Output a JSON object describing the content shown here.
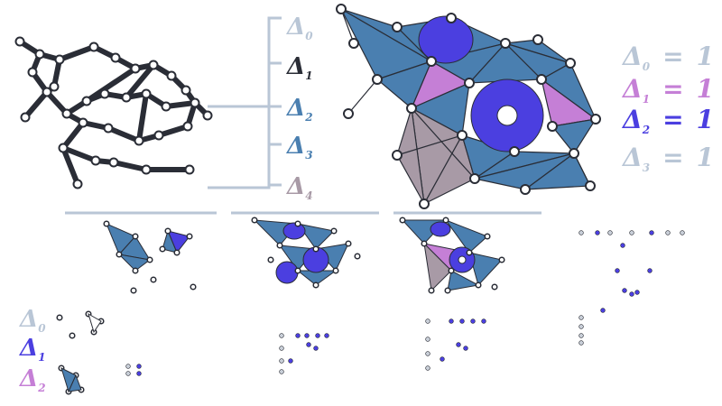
{
  "colors": {
    "dark": "#2a2d36",
    "blue": "#4a7fb0",
    "blue_light": "#9fb7cf",
    "mauve": "#a89aa6",
    "violet": "#4b3fe0",
    "pink": "#c57fd6",
    "rule": "#b9c6d6"
  },
  "left_stack": {
    "letter": "Δ",
    "subs": [
      "0",
      "1",
      "2",
      "3",
      "4"
    ]
  },
  "right_legend": {
    "letter": "Δ",
    "items": [
      {
        "sub": "0",
        "value": "1"
      },
      {
        "sub": "1",
        "value": "1"
      },
      {
        "sub": "2",
        "value": "1"
      },
      {
        "sub": "3",
        "value": "1"
      }
    ]
  },
  "bottom_legend": {
    "letter": "Δ",
    "subs": [
      "0",
      "1",
      "2"
    ]
  },
  "icons": {
    "complex": "simplicial-complex-icon",
    "barcode": "persistence-barcode-icon"
  }
}
